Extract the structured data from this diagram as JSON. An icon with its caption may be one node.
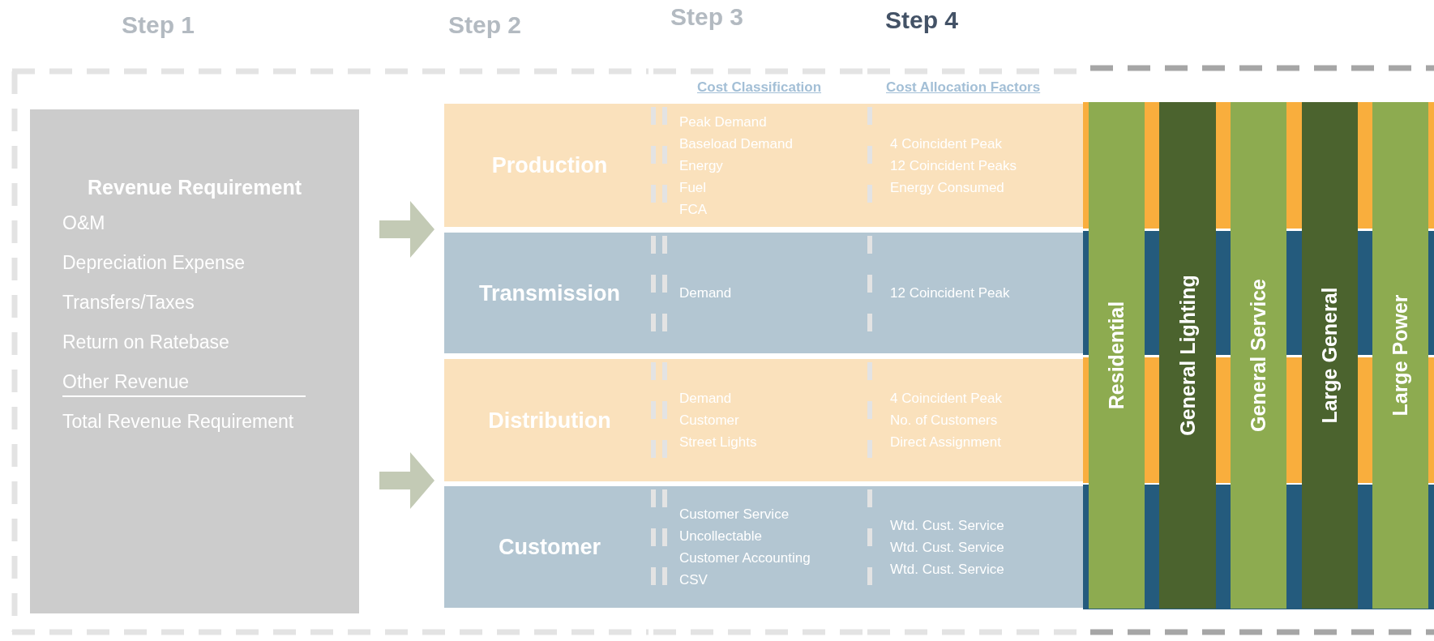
{
  "diagram": {
    "nodes": [
      {
        "text": [
          "Revenue Requirement",
          "O&M",
          "Depreciation Expense",
          "Transfers/Taxes",
          "Return on Ratebase",
          "Other Revenue",
          "Total Revenue Requirement"
        ]
      },
      {
        "text": [
          "Production"
        ]
      },
      {
        "text": [
          "Peak Demand",
          "Baseload Demand",
          "Energy",
          "Fuel",
          "FCA"
        ],
        "in": 1
      },
      {
        "text": [
          "4 Coincident Peak",
          "12 Coincident Peaks",
          "Energy Consumed"
        ],
        "in": 1
      },
      {
        "text": [
          "Transmission"
        ]
      },
      {
        "text": [
          "Demand"
        ],
        "in": 4
      },
      {
        "text": [
          "12 Coincident Peak"
        ],
        "in": 4
      },
      {
        "text": [
          "Distribution"
        ]
      },
      {
        "text": [
          "Demand",
          "Customer",
          "Street Lights"
        ],
        "in": 7
      },
      {
        "text": [
          "4 Coincident Peak",
          "No. of Customers",
          "Direct Assignment"
        ],
        "in": 7
      },
      {
        "text": [
          "Customer"
        ]
      },
      {
        "text": [
          "Customer Service",
          "Uncollectable",
          "Customer Accounting",
          "CSV"
        ],
        "in": 10
      },
      {
        "text": [
          "Wtd. Cust. Service",
          "Wtd. Cust. Service",
          "Wtd. Cust. Service"
        ],
        "in": 10
      },
      {
        "text": [
          "Residential"
        ]
      },
      {
        "text": [
          "General Lighting"
        ]
      },
      {
        "text": [
          "General Service"
        ]
      },
      {
        "text": [
          "Large General"
        ]
      },
      {
        "text": [
          "Large Power"
        ]
      }
    ],
    "edges": [
      {
        "from": 0,
        "to": 1,
        "arrow": "to"
      },
      {
        "from": 0,
        "to": 7,
        "arrow": "to"
      }
    ],
    "labels": [
      "Step 1",
      "Step 2",
      "Step 3",
      "Step 4",
      "Cost Classification",
      "Cost Allocation Factors"
    ]
  }
}
